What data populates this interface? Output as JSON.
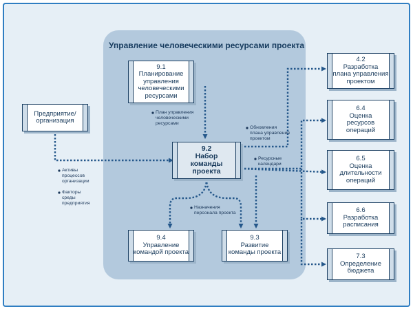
{
  "group_title": "Управление человеческими ресурсами проекта",
  "boxes": {
    "p91": [
      "9.1",
      "Планирование",
      "управления",
      "человеческими",
      "ресурсами"
    ],
    "p92": [
      "9.2",
      "Набор",
      "команды",
      "проекта"
    ],
    "p93": [
      "9.3",
      "Развитие",
      "команды проекта"
    ],
    "p94": [
      "9.4",
      "Управление",
      "командой проекта"
    ],
    "ext": [
      "Предприятие/",
      "организация"
    ],
    "p42": [
      "4.2",
      "Разработка",
      "плана управления",
      "проектом"
    ],
    "p64": [
      "6.4",
      "Оценка",
      "ресурсов",
      "операций"
    ],
    "p65": [
      "6.5",
      "Оценка",
      "длительности",
      "операций"
    ],
    "p66": [
      "6.6",
      "Разработка",
      "расписания"
    ],
    "p73": [
      "7.3",
      "Определение",
      "бюджета"
    ]
  },
  "labels": {
    "plan": [
      "План управления",
      "человеческими",
      "ресурсами"
    ],
    "updates": [
      "Обновления",
      "плана управления",
      "проектом"
    ],
    "calendars": [
      "Ресурсные",
      "календари"
    ],
    "assignments": [
      "Назначения",
      "персонала проекта"
    ],
    "assets": [
      "Активы",
      "процессов",
      "организации"
    ],
    "factors": [
      "Факторы",
      "среды",
      "предприятия"
    ]
  },
  "colors": {
    "border": "#2f7ec2",
    "frame_bg": "#e6eff6",
    "group_bg": "#b3c9dd",
    "arrow": "#24578a",
    "text": "#17395a"
  }
}
